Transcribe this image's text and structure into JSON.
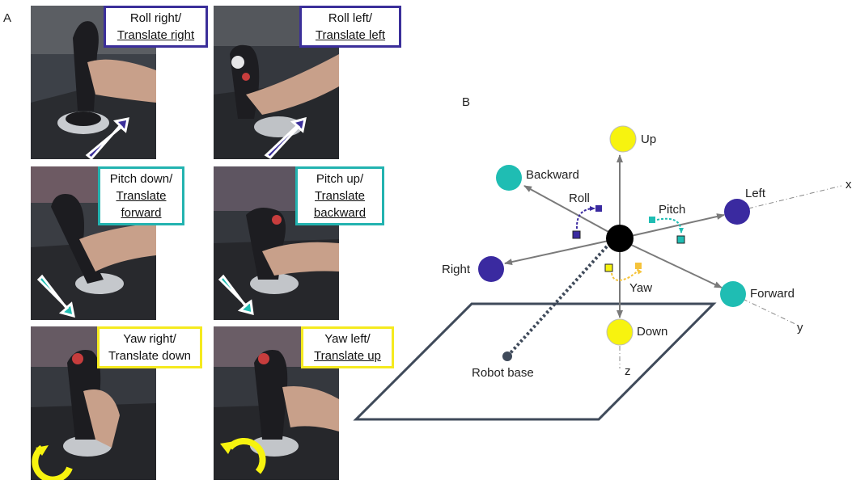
{
  "panel_a": {
    "letter": "A",
    "panels": [
      {
        "line1": "Roll right/",
        "line2": "Translate right",
        "line3": "",
        "line2_underline": true,
        "color": "#3b2f9a"
      },
      {
        "line1": "Roll left/",
        "line2": "Translate left",
        "line3": "",
        "line2_underline": true,
        "color": "#3b2f9a"
      },
      {
        "line1": "Pitch down/",
        "line2": "Translate",
        "line3": "forward",
        "line2_underline": true,
        "color": "#23b3b0"
      },
      {
        "line1": "Pitch up/",
        "line2": "Translate",
        "line3": "backward",
        "line2_underline": true,
        "color": "#23b3b0"
      },
      {
        "line1": "Yaw right/",
        "line2": "Translate down",
        "line3": "",
        "line2_underline": false,
        "color": "#f5ea1f"
      },
      {
        "line1": "Yaw left/",
        "line2": "Translate up",
        "line3": "",
        "line2_underline": true,
        "color": "#f5ea1f"
      }
    ]
  },
  "panel_b": {
    "letter": "B",
    "nodes": {
      "up": "Up",
      "down": "Down",
      "backward": "Backward",
      "forward": "Forward",
      "left": "Left",
      "right": "Right"
    },
    "rotations": {
      "roll": "Roll",
      "pitch": "Pitch",
      "yaw": "Yaw"
    },
    "axes": {
      "x": "x",
      "y": "y",
      "z": "z"
    },
    "robot_base": "Robot base",
    "colors": {
      "up_down": "#f7f30f",
      "forward_backward": "#1fbdb3",
      "left_right": "#3a2aa0",
      "center": "#000000",
      "base_line": "#3f4a5a"
    }
  }
}
